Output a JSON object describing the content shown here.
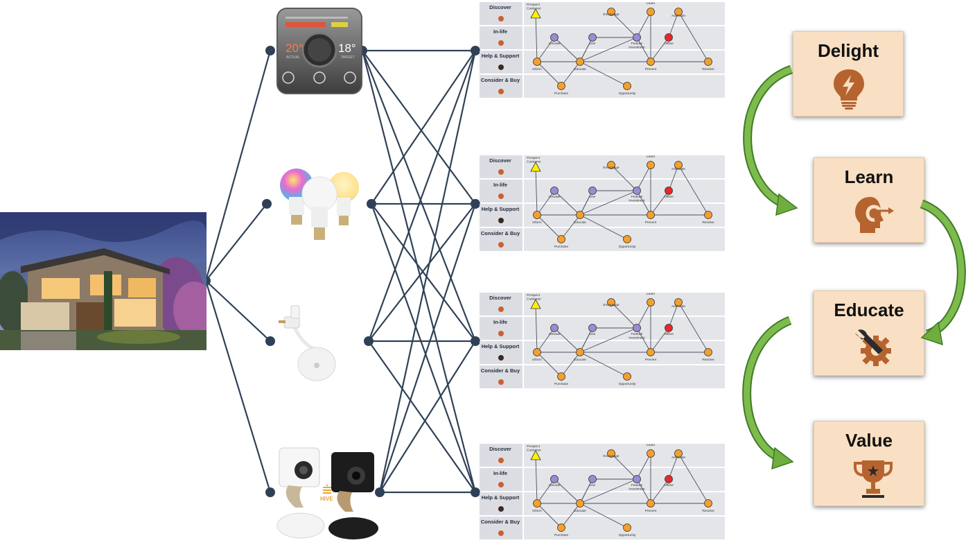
{
  "journey": {
    "lanes": [
      "Discover",
      "In-life",
      "Help & Support",
      "Consider & Buy"
    ],
    "nodes": {
      "prospect": "Prospect Customer",
      "encourage": "Encourage",
      "learn": "Learn",
      "advocate": "Advocate",
      "activate": "Activate",
      "use": "Use",
      "feature": "Feature investment",
      "offline": "Offline",
      "inform": "Inform",
      "educate": "Educate",
      "prevent": "Prevent",
      "resolve": "Resolve",
      "purchase": "Purchase",
      "opportunity": "Opportunity"
    }
  },
  "thermostat": {
    "left_temp": "20°",
    "right_temp": "18°",
    "left_caption": "ACTUAL",
    "right_caption": "TARGET"
  },
  "camera_logo": "HIVE",
  "stages": [
    {
      "label": "Delight",
      "icon": "lightbulb-icon"
    },
    {
      "label": "Learn",
      "icon": "head-learning-icon"
    },
    {
      "label": "Educate",
      "icon": "wrench-gear-icon"
    },
    {
      "label": "Value",
      "icon": "trophy-icon"
    }
  ],
  "colors": {
    "line": "#2f4156",
    "box_fill": "#f9dfc3",
    "icon": "#b5642f",
    "arrow": "#6fae3e",
    "node_orange": "#f5a02a",
    "node_purple": "#9b8ad4",
    "node_red": "#e8262d",
    "node_yellow": "#fff200"
  }
}
